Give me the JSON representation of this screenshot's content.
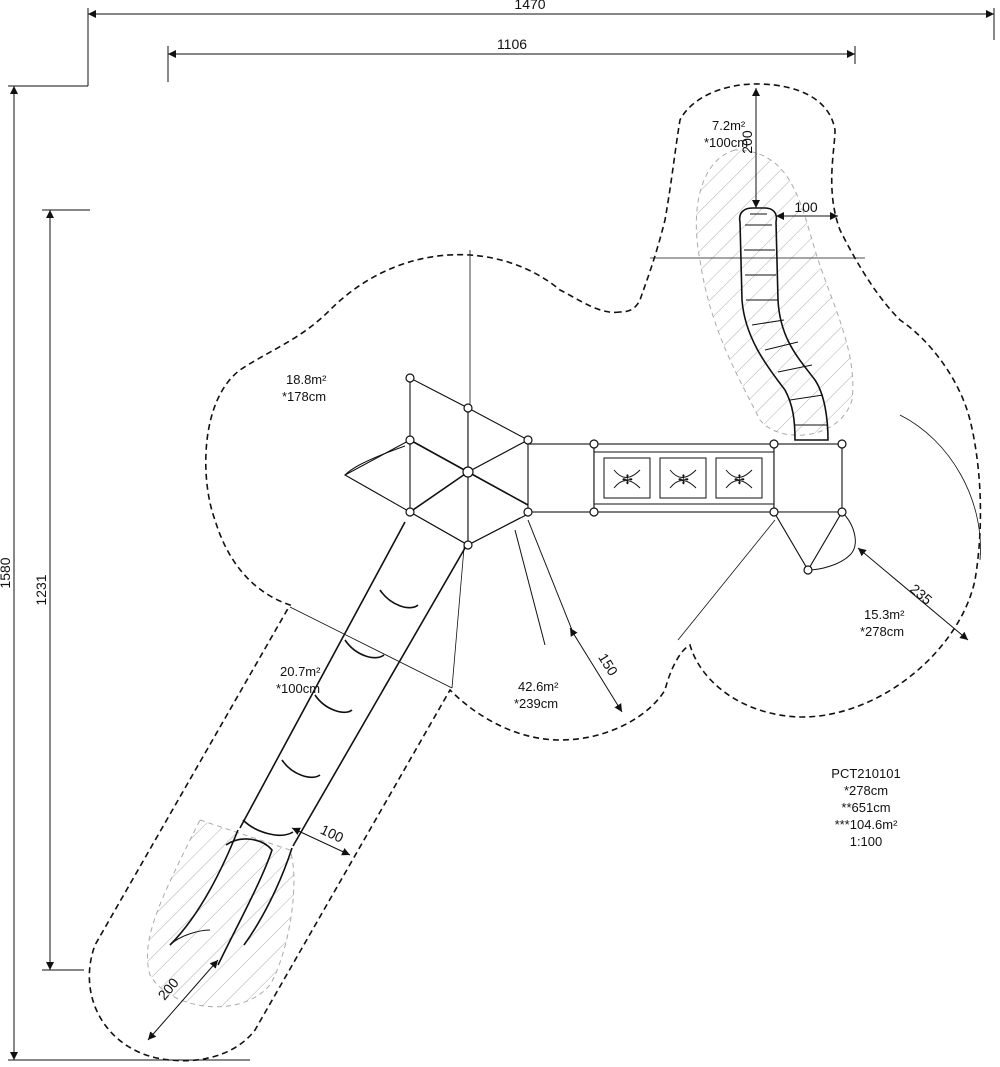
{
  "dimensions": {
    "overall_width": "1470",
    "inner_width": "1106",
    "overall_height": "1580",
    "inner_height": "1231",
    "top_slide_length": "200",
    "top_slide_side": "100",
    "right_zone": "235",
    "center_zone": "150",
    "long_slide_side": "100",
    "long_slide_end": "200"
  },
  "areas": [
    {
      "area": "7.2m²",
      "height": "*100cm"
    },
    {
      "area": "18.8m²",
      "height": "*178cm"
    },
    {
      "area": "15.3m²",
      "height": "*278cm"
    },
    {
      "area": "20.7m²",
      "height": "*100cm"
    },
    {
      "area": "42.6m²",
      "height": "*239cm"
    }
  ],
  "product_info": {
    "code": "PCT210101",
    "height": "*278cm",
    "length": "**651cm",
    "area": "***104.6m²",
    "scale": "1:100"
  }
}
